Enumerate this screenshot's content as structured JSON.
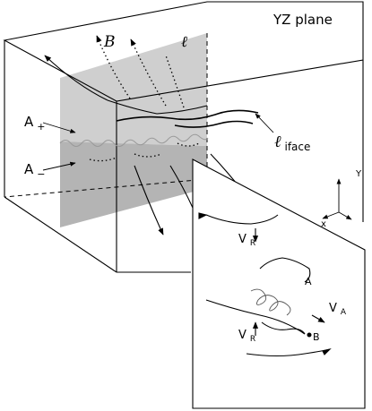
{
  "labels": {
    "plane": "YZ plane",
    "B": "B",
    "ell": "ℓ",
    "ell_iface_main": "ℓ",
    "ell_iface_sub": "iface",
    "a_plus_main": "A",
    "a_plus_sub": "+",
    "a_minus_main": "A",
    "a_minus_sub": "−",
    "axis_y": "Y",
    "axis_x": "x",
    "vr_top_main": "V",
    "vr_top_sub": "R",
    "vr_bot_main": "V",
    "vr_bot_sub": "R",
    "va_main": "V",
    "va_sub": "A",
    "point_a": "A",
    "point_b": "B"
  }
}
